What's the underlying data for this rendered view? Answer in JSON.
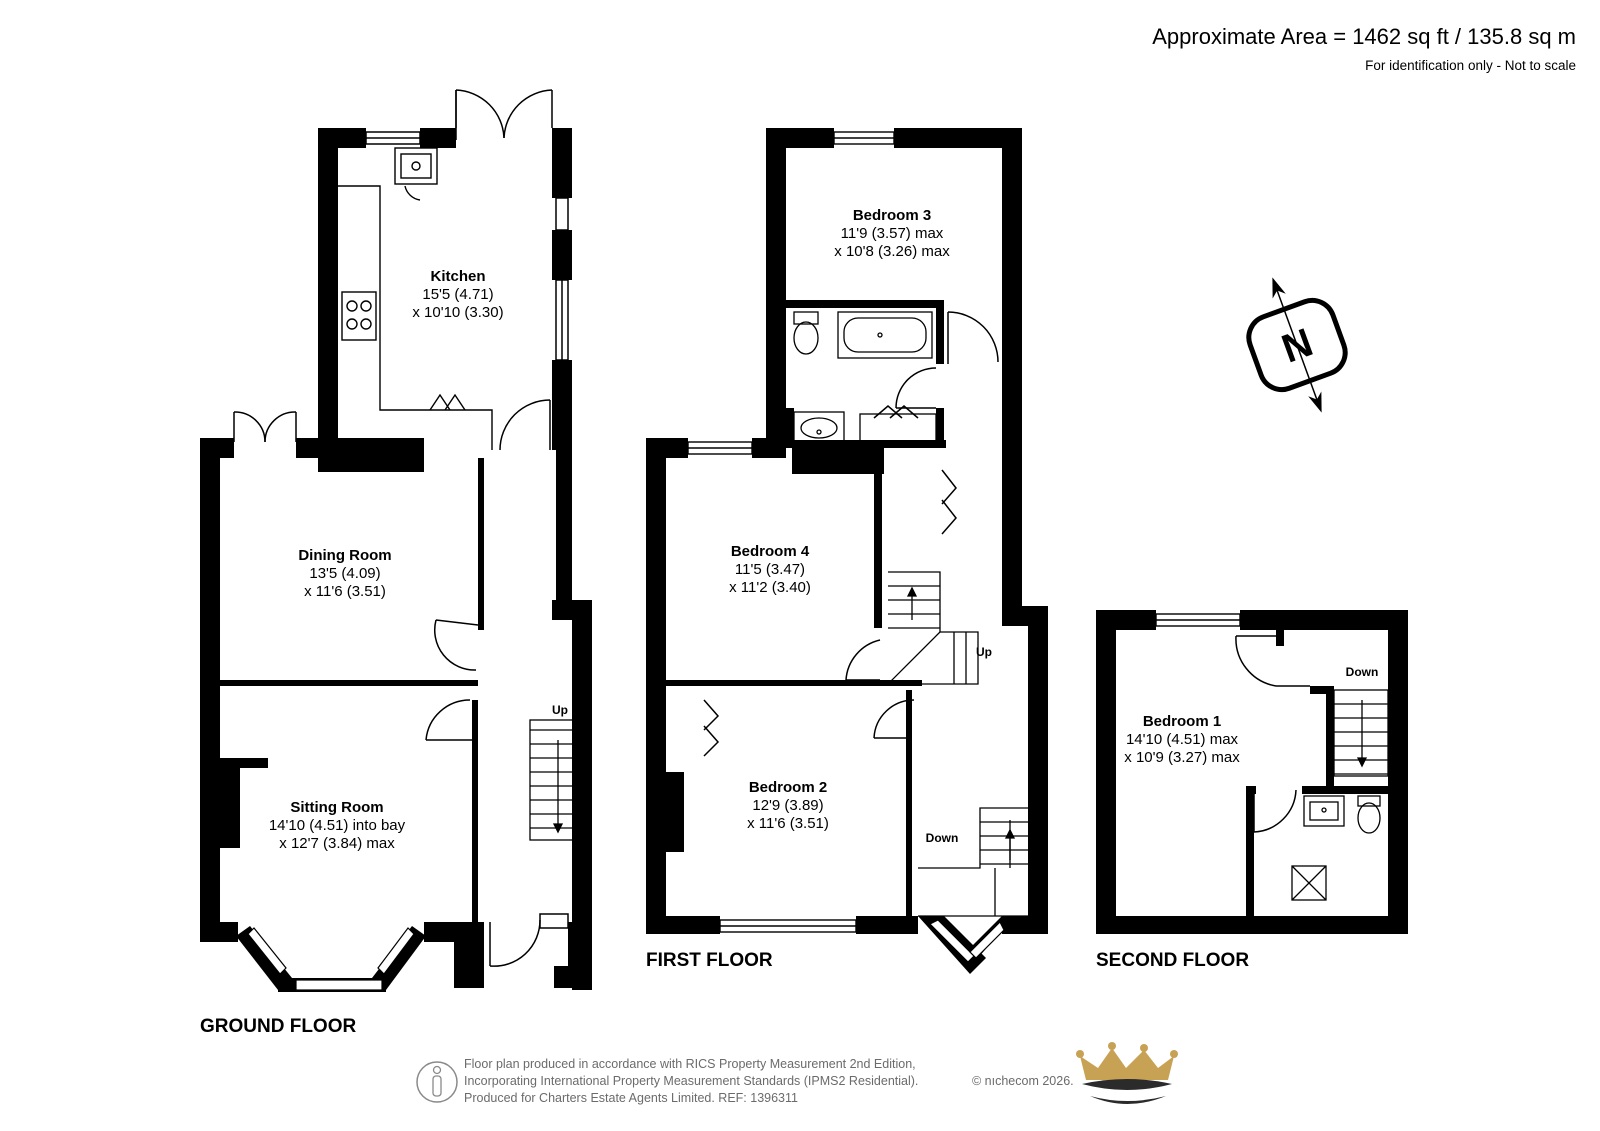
{
  "header": {
    "area": "Approximate Area = 1462 sq ft / 135.8 sq m",
    "disclaimer": "For identification only - Not to scale"
  },
  "floors": {
    "ground": "GROUND FLOOR",
    "first": "FIRST FLOOR",
    "second": "SECOND FLOOR"
  },
  "rooms": {
    "kitchen": {
      "name": "Kitchen",
      "dim1": "15'5 (4.71)",
      "dim2": "x 10'10 (3.30)"
    },
    "dining": {
      "name": "Dining Room",
      "dim1": "13'5 (4.09)",
      "dim2": "x 11'6 (3.51)"
    },
    "sitting": {
      "name": "Sitting Room",
      "dim1": "14'10 (4.51) into bay",
      "dim2": "x 12'7 (3.84) max"
    },
    "bedroom3": {
      "name": "Bedroom 3",
      "dim1": "11'9 (3.57) max",
      "dim2": "x 10'8 (3.26) max"
    },
    "bedroom4": {
      "name": "Bedroom 4",
      "dim1": "11'5 (3.47)",
      "dim2": "x 11'2 (3.40)"
    },
    "bedroom2": {
      "name": "Bedroom 2",
      "dim1": "12'9 (3.89)",
      "dim2": "x 11'6 (3.51)"
    },
    "bedroom1": {
      "name": "Bedroom 1",
      "dim1": "14'10 (4.51) max",
      "dim2": "x 10'9 (3.27) max"
    }
  },
  "stairs": {
    "ground_up": "Up",
    "first_up": "Up",
    "first_down": "Down",
    "second_down": "Down"
  },
  "compass": {
    "letter": "N"
  },
  "footer": {
    "line1": "Floor plan produced in accordance with RICS Property Measurement 2nd Edition,",
    "line2": "Incorporating International Property Measurement Standards (IPMS2 Residential).",
    "line3": "Produced for Charters Estate Agents Limited.   REF: 1396311",
    "copyright": "© nıchecom 2026."
  },
  "colors": {
    "wall": "#000000",
    "logo_gold": "#c8a254",
    "logo_dark": "#2b2b2b"
  }
}
